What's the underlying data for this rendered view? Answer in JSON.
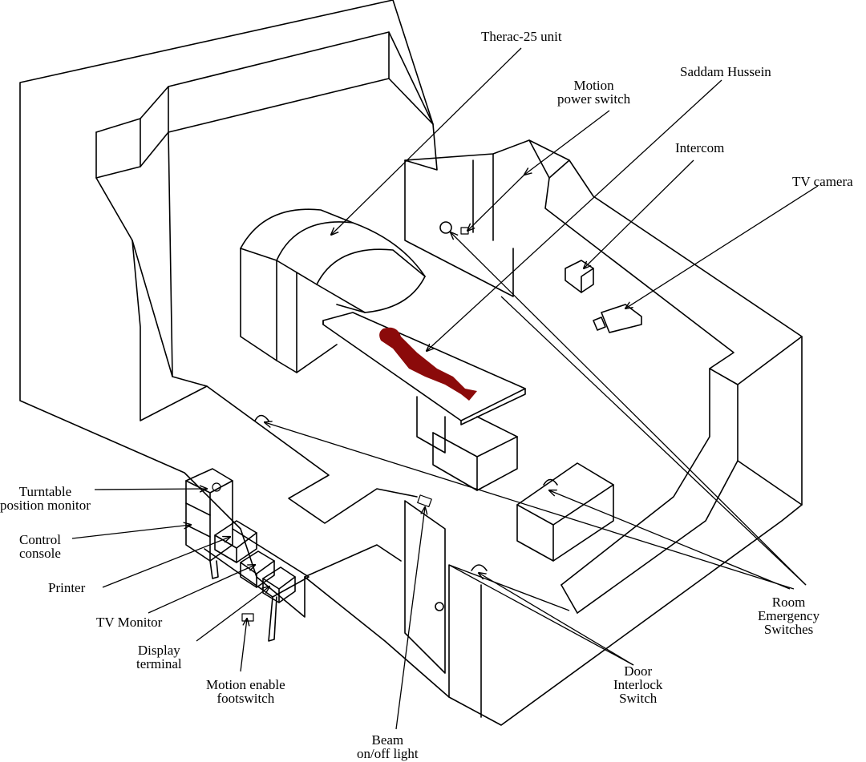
{
  "labels": {
    "therac": "Therac-25 unit",
    "motion_power": "Motion\npower switch",
    "saddam": "Saddam Hussein",
    "intercom": "Intercom",
    "tv_camera": "TV camera",
    "turntable": "Turntable\nposition monitor",
    "control_console": "Control\nconsole",
    "printer": "Printer",
    "tv_monitor": "TV Monitor",
    "display_terminal": "Display\nterminal",
    "footswitch": "Motion enable\nfootswitch",
    "beam_light": "Beam\non/off light",
    "door_interlock": "Door\nInterlock\nSwitch",
    "emergency": "Room\nEmergency\nSwitches"
  },
  "colors": {
    "line": "#000000",
    "background": "#ffffff",
    "patient": "#8b0a0a"
  }
}
